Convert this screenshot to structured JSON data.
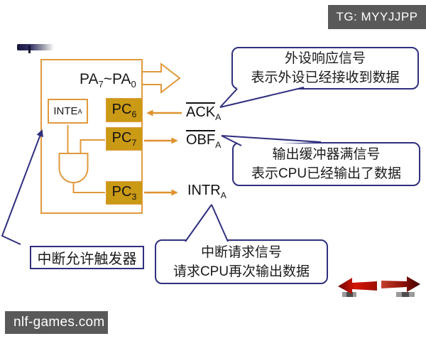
{
  "badge": {
    "text": "TG: MYYJJPP"
  },
  "diagram": {
    "pa": {
      "p1": "PA",
      "s1": "7",
      "tilde": "~",
      "p2": "PA",
      "s2": "0"
    },
    "inte": {
      "name": "INTE",
      "sub": "A"
    },
    "pc_boxes": [
      {
        "name": "PC",
        "sub": "6"
      },
      {
        "name": "PC",
        "sub": "7"
      },
      {
        "name": "PC",
        "sub": "3"
      }
    ],
    "signals": [
      {
        "name": "ACK",
        "sub": "A",
        "overline": true
      },
      {
        "name": "OBF",
        "sub": "A",
        "overline": true
      },
      {
        "name": "INTR",
        "sub": "A",
        "overline": false
      }
    ]
  },
  "callouts": [
    {
      "line1": "外设响应信号",
      "line2": "表示外设已经接收到数据"
    },
    {
      "line1": "输出缓冲器满信号",
      "line2": "表示CPU已经输出了数据"
    },
    {
      "line1": "中断请求信号",
      "line2": "请求CPU再次输出数据"
    }
  ],
  "label_box": {
    "text": "中断允许触发器"
  },
  "watermark": {
    "text": "nlf-games.com"
  },
  "icons": {
    "nav_back": "red-arrow-left",
    "nav_forward": "red-arrow-right"
  },
  "colors": {
    "orange_outline": "#E0993B",
    "pc_fill": "#CB9A15",
    "callout_blue": "#2F2F7F",
    "badge_bg": "#595959",
    "nav_red": "#CC0000"
  }
}
